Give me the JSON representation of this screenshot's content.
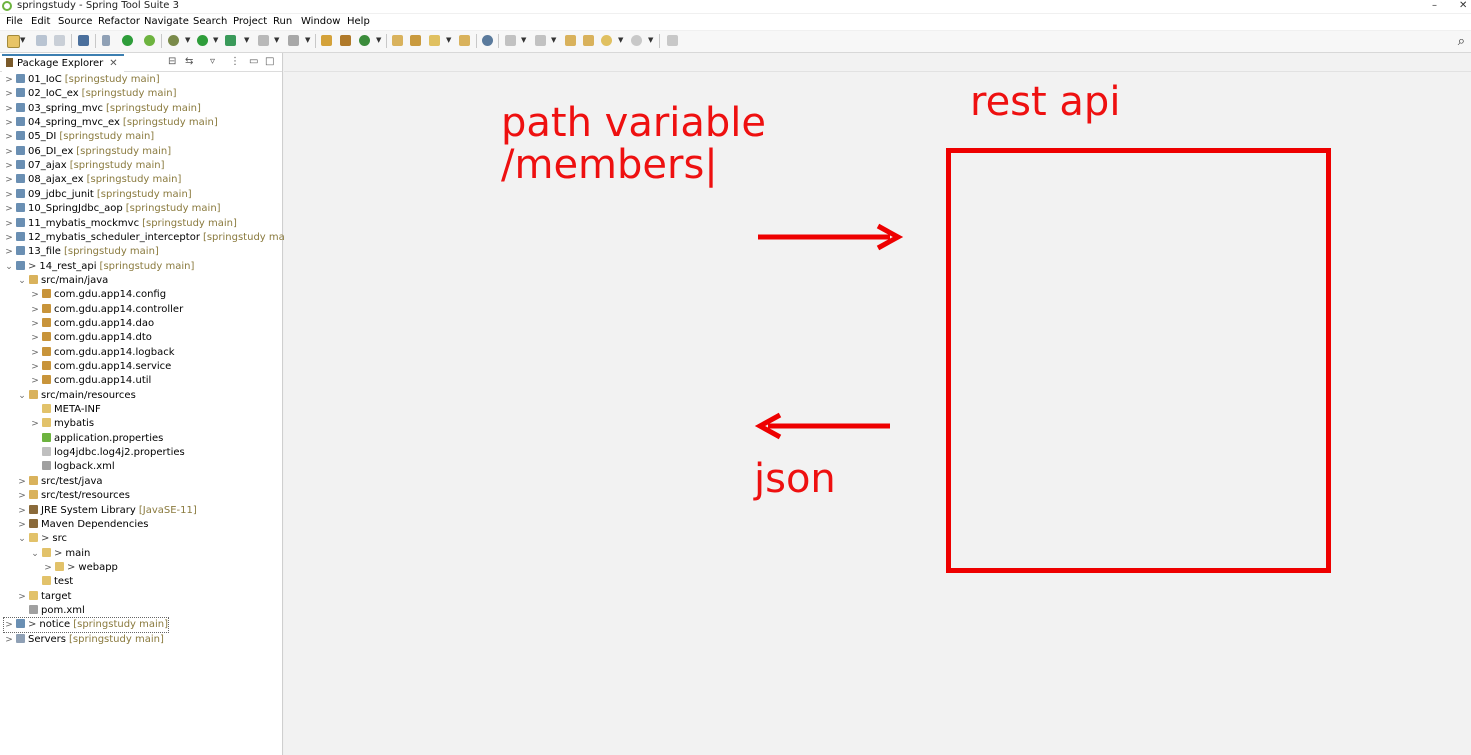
{
  "window": {
    "title": "springstudy - Spring Tool Suite 3",
    "minimize": "–",
    "close": "✕"
  },
  "menu": [
    "File",
    "Edit",
    "Source",
    "Refactor",
    "Navigate",
    "Search",
    "Project",
    "Run",
    "Window",
    "Help"
  ],
  "toolbar": {
    "icons": [
      "new-icon",
      "save-icon",
      "save-all-icon",
      "print-icon",
      "skip-breakpoints-icon",
      "spring-boot-icon",
      "refresh-icon",
      "debug-icon",
      "run-icon",
      "run-external-icon",
      "server-icon",
      "coverage-icon",
      "open-type-icon",
      "new-package-icon",
      "new-class-icon",
      "open-task-icon",
      "task-icon",
      "search-icon",
      "globe-icon",
      "annotation-icon",
      "next-edit-icon",
      "back-icon",
      "forward-icon",
      "pin-icon"
    ],
    "search_icon": "⌕"
  },
  "explorer": {
    "tab_label": "Package Explorer",
    "tab_close": "✕"
  },
  "tree": [
    {
      "label": "01_IoC",
      "sub": "[springstudy main]",
      "depth": 0,
      "chev": ">",
      "icon": "project"
    },
    {
      "label": "02_IoC_ex",
      "sub": "[springstudy main]",
      "depth": 0,
      "chev": ">",
      "icon": "project"
    },
    {
      "label": "03_spring_mvc",
      "sub": "[springstudy main]",
      "depth": 0,
      "chev": ">",
      "icon": "project"
    },
    {
      "label": "04_spring_mvc_ex",
      "sub": "[springstudy main]",
      "depth": 0,
      "chev": ">",
      "icon": "project"
    },
    {
      "label": "05_DI",
      "sub": "[springstudy main]",
      "depth": 0,
      "chev": ">",
      "icon": "project"
    },
    {
      "label": "06_DI_ex",
      "sub": "[springstudy main]",
      "depth": 0,
      "chev": ">",
      "icon": "project"
    },
    {
      "label": "07_ajax",
      "sub": "[springstudy main]",
      "depth": 0,
      "chev": ">",
      "icon": "project"
    },
    {
      "label": "08_ajax_ex",
      "sub": "[springstudy main]",
      "depth": 0,
      "chev": ">",
      "icon": "project"
    },
    {
      "label": "09_jdbc_junit",
      "sub": "[springstudy main]",
      "depth": 0,
      "chev": ">",
      "icon": "project"
    },
    {
      "label": "10_SpringJdbc_aop",
      "sub": "[springstudy main]",
      "depth": 0,
      "chev": ">",
      "icon": "project"
    },
    {
      "label": "11_mybatis_mockmvc",
      "sub": "[springstudy main]",
      "depth": 0,
      "chev": ">",
      "icon": "project"
    },
    {
      "label": "12_mybatis_scheduler_interceptor",
      "sub": "[springstudy main]",
      "depth": 0,
      "chev": ">",
      "icon": "project"
    },
    {
      "label": "13_file",
      "sub": "[springstudy main]",
      "depth": 0,
      "chev": ">",
      "icon": "project"
    },
    {
      "label": "14_rest_api",
      "sub": "[springstudy main]",
      "depth": 0,
      "chev": "⌄",
      "icon": "project",
      "arrow": ">"
    },
    {
      "label": "src/main/java",
      "sub": "",
      "depth": 1,
      "chev": "⌄",
      "icon": "srcfolder"
    },
    {
      "label": "com.gdu.app14.config",
      "sub": "",
      "depth": 2,
      "chev": ">",
      "icon": "package"
    },
    {
      "label": "com.gdu.app14.controller",
      "sub": "",
      "depth": 2,
      "chev": ">",
      "icon": "package"
    },
    {
      "label": "com.gdu.app14.dao",
      "sub": "",
      "depth": 2,
      "chev": ">",
      "icon": "package"
    },
    {
      "label": "com.gdu.app14.dto",
      "sub": "",
      "depth": 2,
      "chev": ">",
      "icon": "package"
    },
    {
      "label": "com.gdu.app14.logback",
      "sub": "",
      "depth": 2,
      "chev": ">",
      "icon": "package"
    },
    {
      "label": "com.gdu.app14.service",
      "sub": "",
      "depth": 2,
      "chev": ">",
      "icon": "package"
    },
    {
      "label": "com.gdu.app14.util",
      "sub": "",
      "depth": 2,
      "chev": ">",
      "icon": "package"
    },
    {
      "label": "src/main/resources",
      "sub": "",
      "depth": 1,
      "chev": "⌄",
      "icon": "srcfolder"
    },
    {
      "label": "META-INF",
      "sub": "",
      "depth": 2,
      "chev": "",
      "icon": "folder"
    },
    {
      "label": "mybatis",
      "sub": "",
      "depth": 2,
      "chev": ">",
      "icon": "folder"
    },
    {
      "label": "application.properties",
      "sub": "",
      "depth": 2,
      "chev": "",
      "icon": "spring-file"
    },
    {
      "label": "log4jdbc.log4j2.properties",
      "sub": "",
      "depth": 2,
      "chev": "",
      "icon": "file"
    },
    {
      "label": "logback.xml",
      "sub": "",
      "depth": 2,
      "chev": "",
      "icon": "xml-file"
    },
    {
      "label": "src/test/java",
      "sub": "",
      "depth": 1,
      "chev": ">",
      "icon": "srcfolder"
    },
    {
      "label": "src/test/resources",
      "sub": "",
      "depth": 1,
      "chev": ">",
      "icon": "srcfolder"
    },
    {
      "label": "JRE System Library",
      "sub": "[JavaSE-11]",
      "depth": 1,
      "chev": ">",
      "icon": "library"
    },
    {
      "label": "Maven Dependencies",
      "sub": "",
      "depth": 1,
      "chev": ">",
      "icon": "library"
    },
    {
      "label": "src",
      "sub": "",
      "depth": 1,
      "chev": "⌄",
      "icon": "folder",
      "arrow": ">"
    },
    {
      "label": "main",
      "sub": "",
      "depth": 2,
      "chev": "⌄",
      "icon": "folder",
      "arrow": ">"
    },
    {
      "label": "webapp",
      "sub": "",
      "depth": 3,
      "chev": ">",
      "icon": "folder",
      "arrow": ">"
    },
    {
      "label": "test",
      "sub": "",
      "depth": 2,
      "chev": "",
      "icon": "folder"
    },
    {
      "label": "target",
      "sub": "",
      "depth": 1,
      "chev": ">",
      "icon": "folder"
    },
    {
      "label": "pom.xml",
      "sub": "",
      "depth": 1,
      "chev": "",
      "icon": "xml-file"
    },
    {
      "label": "notice",
      "sub": "[springstudy main]",
      "depth": 0,
      "chev": ">",
      "icon": "project",
      "arrow": ">",
      "focused": true
    },
    {
      "label": "Servers",
      "sub": "[springstudy main]",
      "depth": 0,
      "chev": ">",
      "icon": "servers"
    }
  ],
  "annotations": {
    "path_variable": "path variable",
    "members": "/members|",
    "rest_api": "rest api",
    "json": "json",
    "color": "#ee1010"
  },
  "colors": {
    "accent": "#3c7fb1",
    "annotation_red": "#ee0000",
    "subtext": "#8a7a3e"
  }
}
